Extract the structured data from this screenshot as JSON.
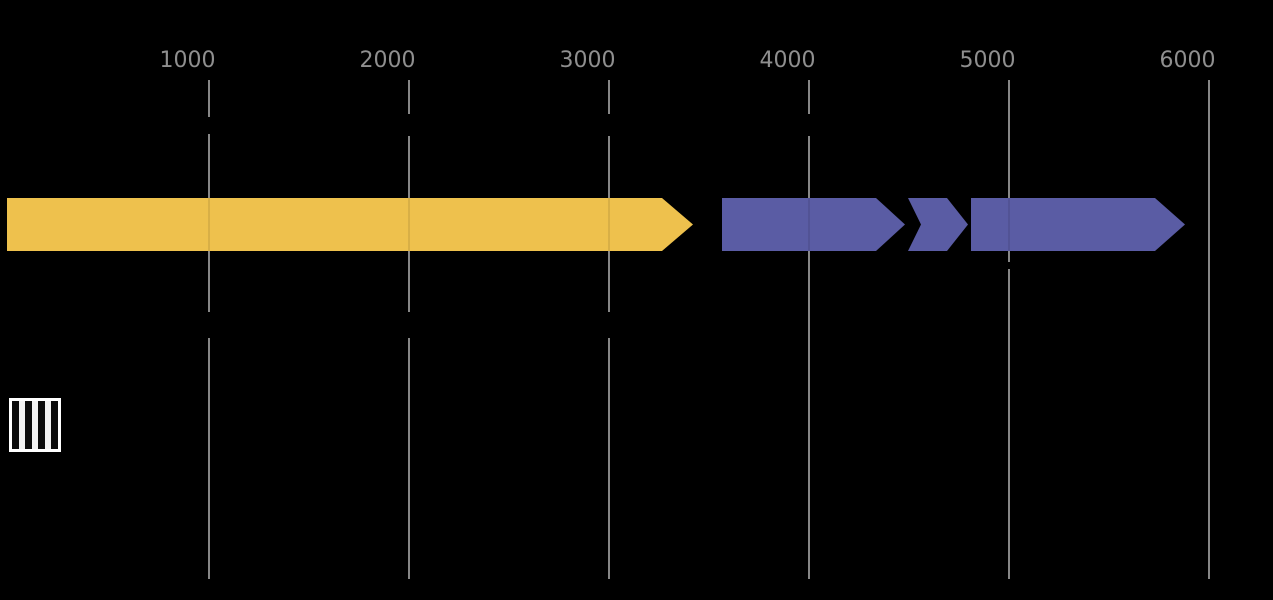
{
  "figure": {
    "kind": "genome-feature-map",
    "background_color": "#000000",
    "gridline_color": "#878787",
    "tick_label_color": "#8f8f8f"
  },
  "axis": {
    "position": "top",
    "unit": "bp",
    "ticks": [
      {
        "label": "1000",
        "value": 1000
      },
      {
        "label": "2000",
        "value": 2000
      },
      {
        "label": "3000",
        "value": 3000
      },
      {
        "label": "4000",
        "value": 4000
      },
      {
        "label": "5000",
        "value": 5000
      },
      {
        "label": "6000",
        "value": 6000
      }
    ]
  },
  "features": [
    {
      "id": "feature-1",
      "color": "#EEC14D",
      "direction": "right",
      "start": 0,
      "end": 3420,
      "shape": "arrow"
    },
    {
      "id": "feature-2",
      "color": "#5A5CA4",
      "direction": "right",
      "start": 3565,
      "end": 4480,
      "shape": "arrow"
    },
    {
      "id": "feature-3",
      "color": "#5A5CA4",
      "direction": "right",
      "start": 4495,
      "end": 4795,
      "shape": "chevron"
    },
    {
      "id": "feature-4",
      "color": "#5A5CA4",
      "direction": "right",
      "start": 4810,
      "end": 5880,
      "shape": "arrow"
    }
  ],
  "legend": {
    "swatch_style": "vertical-hatch",
    "swatch_colors": {
      "border": "#ffffff",
      "hatch": "#0b0b0b",
      "fill": "#f2f2f2"
    }
  }
}
